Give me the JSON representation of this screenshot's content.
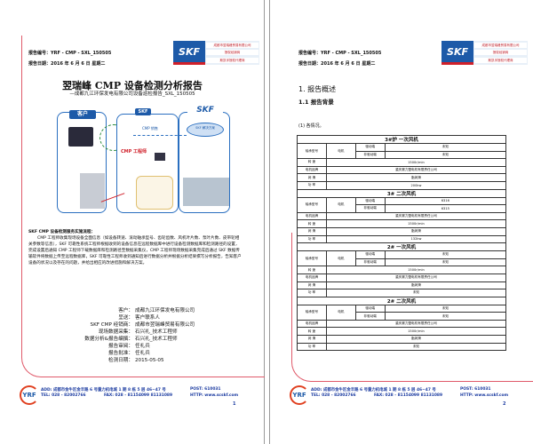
{
  "header": {
    "report_no": "报告编号：YRF - CMP - SXL_150505",
    "report_date": "报告日期：2016 年 6 月 6 日  星期二",
    "logo_brand": "SKF",
    "logo_company": "成都市翌瑞峰贸易有限公司",
    "logo_line2": "授权经销商",
    "logo_line3": "斯凯孚授权代理商"
  },
  "page1": {
    "title": "翌瑞峰 CMP 设备检测分析报告",
    "subtitle": "—成都九江环保发电有限公司设备巡检报告_SXL_150505",
    "diagram": {
      "customer": "客户",
      "skf": "SKF",
      "cmp_sales": "CMP 销售",
      "cmp_engineer": "CMP 工程师",
      "skf_solution": "SKF 解决方案"
    },
    "paragraph_title": "SKF CMP 设备检测服务实施流程：",
    "paragraph": "CMP 工程师收集现场设备全面信息（如设备转速、滚动轴承型号、齿轮齿数、风机叶片数、泵叶片数、皮带轮相关参数等信息），SKF 可靠性系统工程师根据收到的设备信息在远程数据库中进行设备检测数据库和检测路径的设置，完成设置后通知 CMP 工程师下载数据库和检测路径至数据采集仪，CMP 工程师现场数据采集完成后通过 SKF 数据传输软件将数据上传至远程数据库，SKF 可靠性工程师收到通知后进行数据分析并根据分析结果撰写分析报告，告知客户设备的状况以及存在的问题，并给出相应的改进措施和解决方案。",
    "info": [
      {
        "k": "客户：",
        "v": "成都九江环保发电有限公司"
      },
      {
        "k": "呈送：",
        "v": "客户联系人"
      },
      {
        "k": "SKF  CMP 经销商：",
        "v": "成都市翌瑞峰贸易有限公司"
      },
      {
        "k": "现场数据采集：",
        "v": "石兴礼_技术工程师"
      },
      {
        "k": "数据分析&报告编撰：",
        "v": "石兴礼_技术工程师"
      },
      {
        "k": "报告审阅：",
        "v": "任礼兵"
      },
      {
        "k": "报告批准：",
        "v": "任礼兵"
      },
      {
        "k": "检测日期：",
        "v": "2015-05-05"
      }
    ],
    "page_number": "1"
  },
  "page2": {
    "h1": "1. 报告概述",
    "h2": "1.1  报告背景",
    "h3": "(1) 各情况。",
    "blocks": [
      {
        "title": "3#炉   一次风机",
        "label_bearing": "轴承型号",
        "motor": "电机",
        "de": "驱动端",
        "nde": "非驱动端",
        "de_v": "未知",
        "nde_v": "未知",
        "rows": [
          [
            "转    速",
            "1500r/min"
          ],
          [
            "电机品牌",
            "重庆赛力盟电机有限责任公司"
          ],
          [
            "润    滑",
            "脂润滑"
          ],
          [
            "功    率",
            "200kw"
          ]
        ]
      },
      {
        "title": "3#   二次风机",
        "label_bearing": "轴承型号",
        "motor": "电机",
        "de": "驱动端",
        "nde": "非驱动端",
        "de_v": "6316",
        "nde_v": "6315",
        "rows": [
          [
            "电机品牌",
            "重庆赛力盟电机有限责任公司"
          ],
          [
            "转    速",
            "1500r/min"
          ],
          [
            "润    滑",
            "脂润滑"
          ],
          [
            "功    率",
            "132kw"
          ]
        ]
      },
      {
        "title": "2#   一次风机",
        "label_bearing": "轴承型号",
        "motor": "电机",
        "de": "驱动端",
        "nde": "非驱动端",
        "de_v": "未知",
        "nde_v": "未知",
        "rows": [
          [
            "转    速",
            "1500r/min"
          ],
          [
            "电机品牌",
            "重庆赛力盟电机有限责任公司"
          ],
          [
            "润    滑",
            "脂润滑"
          ],
          [
            "功    率",
            "未知"
          ]
        ]
      },
      {
        "title": "2#   二次风机",
        "label_bearing": "轴承型号",
        "motor": "电机",
        "de": "驱动端",
        "nde": "非驱动端",
        "de_v": "未知",
        "nde_v": "未知",
        "rows": [
          [
            "电机品牌",
            "重庆赛力盟电机有限责任公司"
          ],
          [
            "转    速",
            "1500r/min"
          ],
          [
            "润    滑",
            "脂润滑"
          ],
          [
            "功    率",
            "未知"
          ]
        ]
      }
    ],
    "page_number": "2"
  },
  "footer": {
    "logo": "YRF",
    "addr": "ADD: 成都市金牛区金丰路 6 号量力机电城 1 期 8 栋 5 层 46~47 号",
    "post": "POST:   610031",
    "tel": "TEL:  028  - 82002766",
    "fax": "FAX:   028  - 81154099   81131089",
    "http": "HTTP:   www.scskf.com"
  },
  "colors": {
    "skf_blue": "#1d5aa8",
    "frame_red": "#e05a6a",
    "footer_blue": "#1a3aa0"
  }
}
